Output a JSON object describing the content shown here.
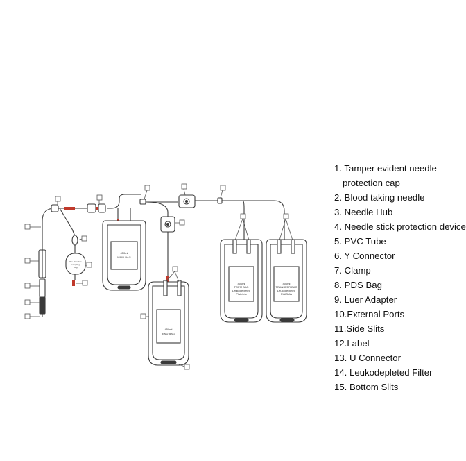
{
  "legend": [
    {
      "line1": "1. Tamper evident needle",
      "line2": "protection cap"
    },
    {
      "line1": "2. Blood taking needle"
    },
    {
      "line1": "3. Needle Hub"
    },
    {
      "line1": "4. Needle stick protection device"
    },
    {
      "line1": "5. PVC Tube"
    },
    {
      "line1": "6. Y Connector"
    },
    {
      "line1": "7. Clamp"
    },
    {
      "line1": "8. PDS Bag"
    },
    {
      "line1": "9. Luer Adapter"
    },
    {
      "line1": "10.External Ports"
    },
    {
      "line1": "11.Side Slits"
    },
    {
      "line1": "12.Label"
    },
    {
      "line1": "13. U Connector"
    },
    {
      "line1": "14. Leukodepleted Filter"
    },
    {
      "line1": "15. Bottom Slits"
    }
  ],
  "bags": {
    "main": {
      "l1": "450ml",
      "l2": "MAIN BAG"
    },
    "end": {
      "l1": "450ml",
      "l2": "END BAG"
    },
    "topm": {
      "l1": "400ml",
      "l2": "TOPM BAG",
      "l3": "Leukodepleted",
      "l4": "Platelets"
    },
    "transfer": {
      "l1": "400ml",
      "l2": "TRANSFER BAG",
      "l3": "Leukodepleted",
      "l4": "PLASMA"
    }
  },
  "pds_bag": {
    "l1": "Pre-donation",
    "l2": "sampling",
    "l3": "bag"
  },
  "colors": {
    "line": "#3a3a3a",
    "accent": "#c0392b"
  }
}
